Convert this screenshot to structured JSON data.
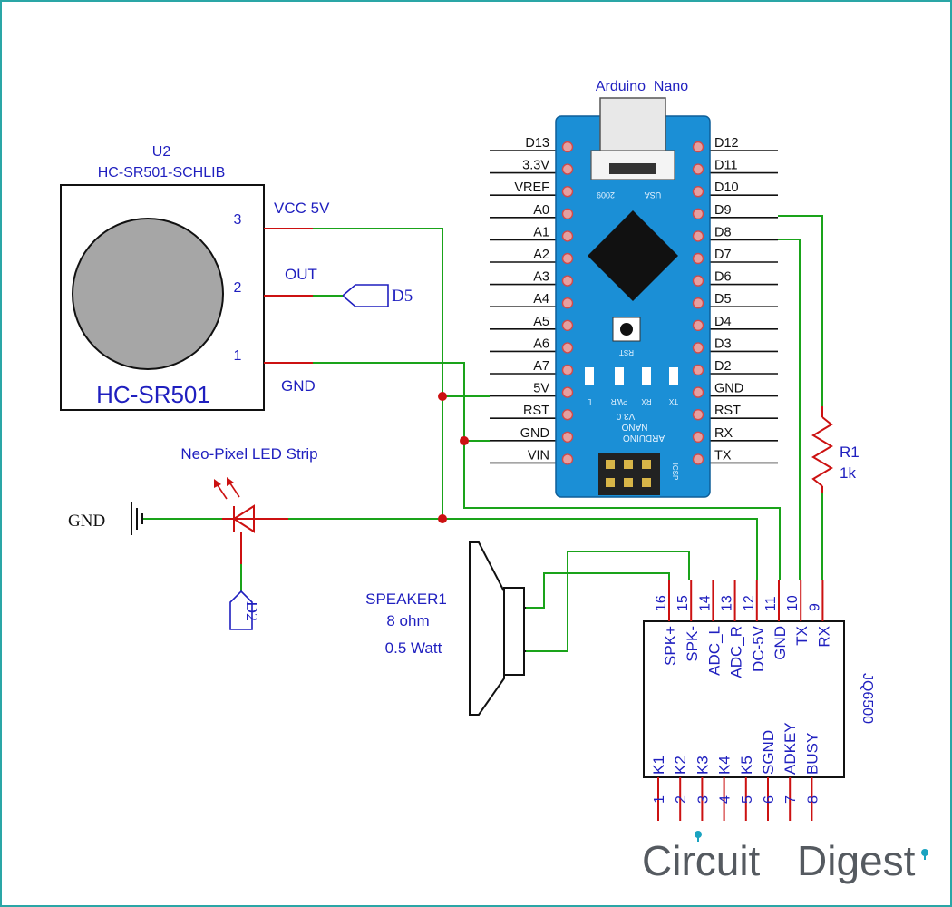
{
  "brand": {
    "name_part1": "Circuit",
    "name_part2": "Digest",
    "color": "#555a60",
    "accent": "#1aa3c0"
  },
  "colors": {
    "wire": "#1aa31a",
    "pin_lead": "#cc1111",
    "label": "#1f1fbf",
    "junction": "#cc1111",
    "nano_board": "#1b8fd6"
  },
  "nano": {
    "title": "Arduino_Nano",
    "left_pins": [
      "D13",
      "3.3V",
      "VREF",
      "A0",
      "A1",
      "A2",
      "A3",
      "A4",
      "A5",
      "A6",
      "A7",
      "5V",
      "RST",
      "GND",
      "VIN"
    ],
    "right_pins": [
      "D12",
      "D11",
      "D10",
      "D9",
      "D8",
      "D7",
      "D6",
      "D5",
      "D4",
      "D3",
      "D2",
      "GND",
      "RST",
      "RX",
      "TX"
    ],
    "board_text": [
      "ARDUINO",
      "NANO",
      "V3.0",
      "RST",
      "PWR",
      "L",
      "RX",
      "TX",
      "ICSP",
      "USA",
      "2009"
    ]
  },
  "pir": {
    "ref": "U2",
    "lib": "HC-SR501-SCHLIB",
    "name": "HC-SR501",
    "pins": [
      {
        "num": "3",
        "label": "VCC 5V"
      },
      {
        "num": "2",
        "label": "OUT"
      },
      {
        "num": "1",
        "label": "GND"
      }
    ],
    "out_net": "D5"
  },
  "led": {
    "label": "Neo-Pixel LED Strip",
    "gnd_label": "GND",
    "data_net": "D2"
  },
  "resistor": {
    "ref": "R1",
    "value": "1k"
  },
  "speaker": {
    "ref": "SPEAKER1",
    "impedance": "8 ohm",
    "power": "0.5 Watt"
  },
  "jq": {
    "name": "JQ6500",
    "top_pins": [
      {
        "num": "16",
        "name": "SPK+"
      },
      {
        "num": "15",
        "name": "SPK-"
      },
      {
        "num": "14",
        "name": "ADC_L"
      },
      {
        "num": "13",
        "name": "ADC_R"
      },
      {
        "num": "12",
        "name": "DC-5V"
      },
      {
        "num": "11",
        "name": "GND"
      },
      {
        "num": "10",
        "name": "TX"
      },
      {
        "num": "9",
        "name": "RX"
      }
    ],
    "bottom_pins": [
      {
        "num": "1",
        "name": "K1"
      },
      {
        "num": "2",
        "name": "K2"
      },
      {
        "num": "3",
        "name": "K3"
      },
      {
        "num": "4",
        "name": "K4"
      },
      {
        "num": "5",
        "name": "K5"
      },
      {
        "num": "6",
        "name": "SGND"
      },
      {
        "num": "7",
        "name": "ADKEY"
      },
      {
        "num": "8",
        "name": "BUSY"
      }
    ]
  }
}
